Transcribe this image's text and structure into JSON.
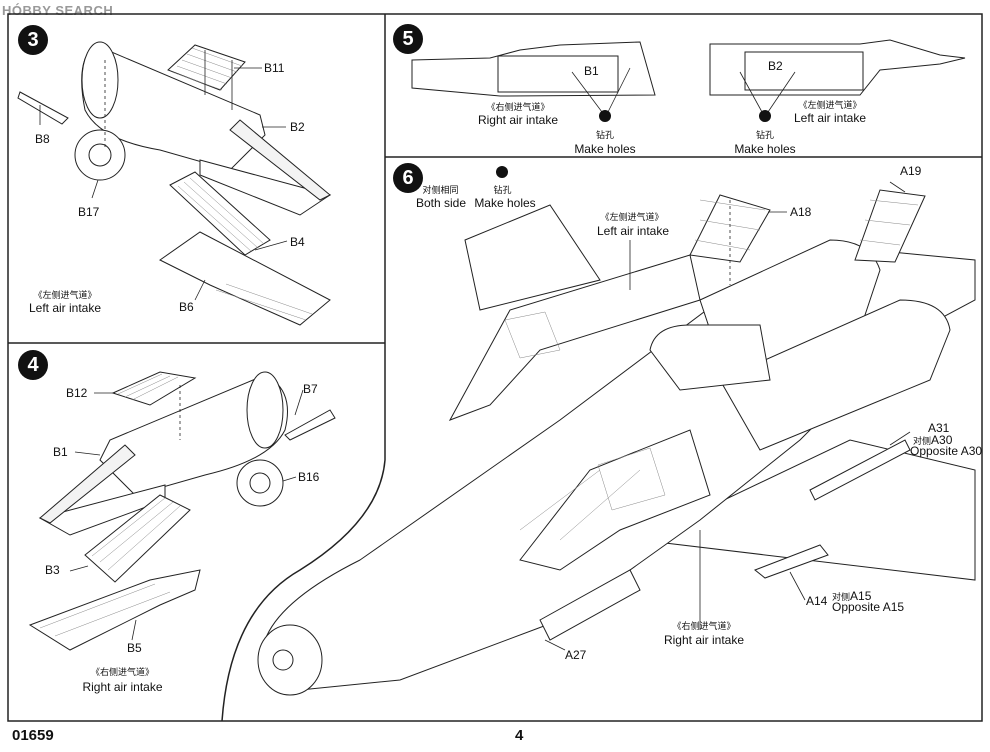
{
  "watermark": "HÓBBY SEARCH",
  "footer": {
    "code": "01659",
    "page": "4"
  },
  "steps": {
    "s3": {
      "number": "3",
      "parts": {
        "b11": "B11",
        "b2": "B2",
        "b8": "B8",
        "b17": "B17",
        "b4": "B4",
        "b6": "B6"
      },
      "note_cn": "《左侧进气道》",
      "note_en": "Left air intake"
    },
    "s4": {
      "number": "4",
      "parts": {
        "b12": "B12",
        "b7": "B7",
        "b1": "B1",
        "b16": "B16",
        "b3": "B3",
        "b5": "B5"
      },
      "note_cn": "《右侧进气道》",
      "note_en": "Right air intake"
    },
    "s5": {
      "number": "5",
      "left": {
        "part": "B1",
        "cn": "《右侧进气道》",
        "en": "Right air intake",
        "hole_cn": "钻孔",
        "hole_en": "Make holes"
      },
      "right": {
        "part": "B2",
        "cn": "《左侧进气道》",
        "en": "Left air intake",
        "hole_cn": "钻孔",
        "hole_en": "Make holes"
      }
    },
    "s6": {
      "number": "6",
      "both_cn": "对侧相同",
      "both_en": "Both side",
      "hole_cn": "钻孔",
      "hole_en": "Make holes",
      "left_cn": "《左侧进气道》",
      "left_en": "Left air intake",
      "right_cn": "《右侧进气道》",
      "right_en": "Right air intake",
      "a19": "A19",
      "a18": "A18",
      "a31": "A31",
      "a31_opp_cn": "对侧",
      "a31_opp_part": "A30",
      "a31_opp_en": "Opposite A30",
      "a14": "A14",
      "a14_opp_cn": "对侧",
      "a14_opp_part": "A15",
      "a14_opp_en": "Opposite A15",
      "a27": "A27"
    }
  }
}
